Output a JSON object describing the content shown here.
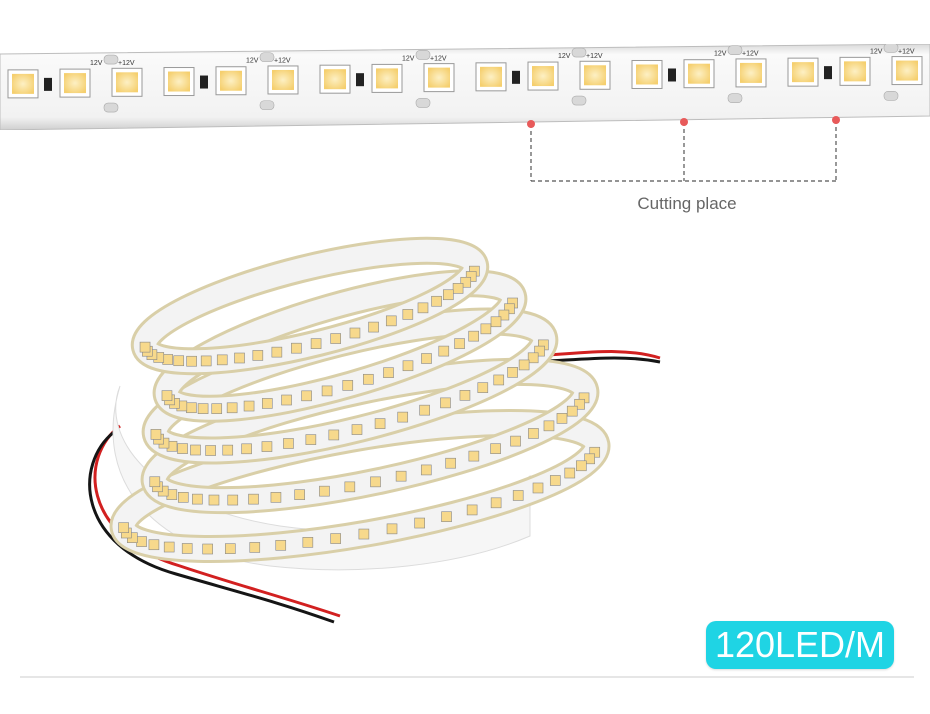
{
  "product_photo": {
    "strip": {
      "voltage_minus_label": "12V",
      "voltage_plus_label": "+12V",
      "pcb_color": "#f4f4f4",
      "led_color": "#f7d98c",
      "led_center_color": "#fbe9b5",
      "marker_color": "#e85a5a"
    },
    "cut_label": "Cutting place",
    "badge": {
      "label": "120LED/M",
      "color": "#1fd4e4"
    },
    "wire_colors": {
      "positive": "#d22020",
      "negative": "#151515"
    }
  }
}
